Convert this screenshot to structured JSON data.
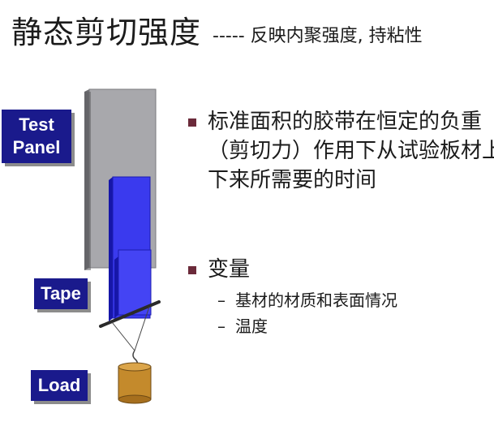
{
  "title": {
    "main": "静态剪切强度",
    "sub": "----- 反映内聚强度, 持粘性"
  },
  "labels": {
    "panel_line1": "Test",
    "panel_line2": "Panel",
    "tape": "Tape",
    "load": "Load"
  },
  "bullets": [
    {
      "text": "标准面积的胶带在恒定的负重（剪切力）作用下从试验板材上下来所需要的时间"
    },
    {
      "text": "变量"
    }
  ],
  "subitems": [
    {
      "dash": "–",
      "text": "基材的材质和表面情况"
    },
    {
      "dash": "–",
      "text": "温度"
    }
  ],
  "colors": {
    "label_bg": "#1a1a8c",
    "tape": "#3a3aee",
    "panel": "#a8a8ac",
    "weight": "#c48a2c",
    "bullet": "#6b2a3a"
  }
}
